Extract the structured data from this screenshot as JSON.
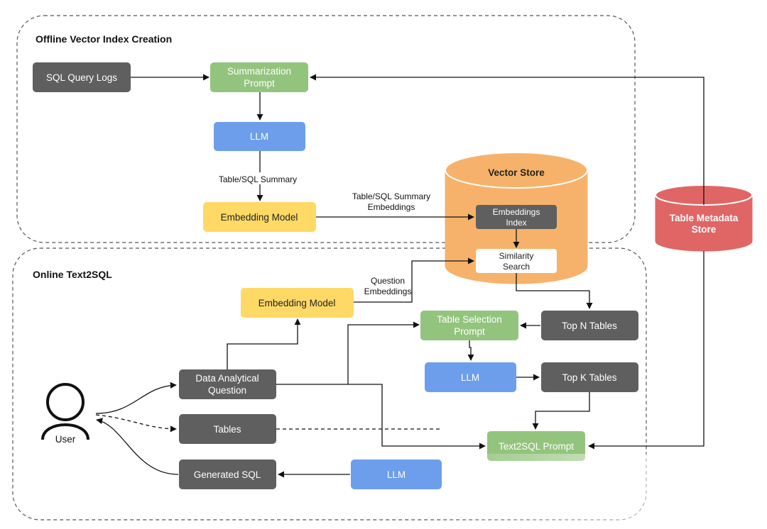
{
  "groups": {
    "offline": {
      "title": "Offline Vector Index Creation"
    },
    "online": {
      "title": "Online Text2SQL"
    }
  },
  "nodes": {
    "sql_query_logs": "SQL Query Logs",
    "summarization_prompt": [
      "Summarization",
      "Prompt"
    ],
    "llm_offline": "LLM",
    "embedding_model_offline": "Embedding Model",
    "vector_store": "Vector Store",
    "embeddings_index": [
      "Embeddings",
      "Index"
    ],
    "similarity_search": [
      "Similarity",
      "Search"
    ],
    "table_metadata_store": [
      "Table Metadata",
      "Store"
    ],
    "embedding_model_online": "Embedding Model",
    "table_selection_prompt": [
      "Table Selection",
      "Prompt"
    ],
    "top_n_tables": "Top N Tables",
    "llm_table_selection": "LLM",
    "top_k_tables": "Top K Tables",
    "data_analytical_question": [
      "Data Analytical",
      "Question"
    ],
    "tables": "Tables",
    "generated_sql": "Generated SQL",
    "llm_sql": "LLM",
    "text2sql_prompt": "Text2SQL Prompt",
    "user": "User"
  },
  "edge_labels": {
    "table_sql_summary": "Table/SQL Summary",
    "table_sql_summary_embeddings": [
      "Table/SQL Summary",
      "Embeddings"
    ],
    "question_embeddings": [
      "Question",
      "Embeddings"
    ]
  },
  "colors": {
    "dark_node": "#5f5f5f",
    "green_node": "#93c47d",
    "blue_node": "#6d9eeb",
    "yellow_node": "#ffd966",
    "orange_store": "#f6b26b",
    "red_store": "#e06666",
    "edge": "#111111",
    "group_border": "#555555"
  }
}
